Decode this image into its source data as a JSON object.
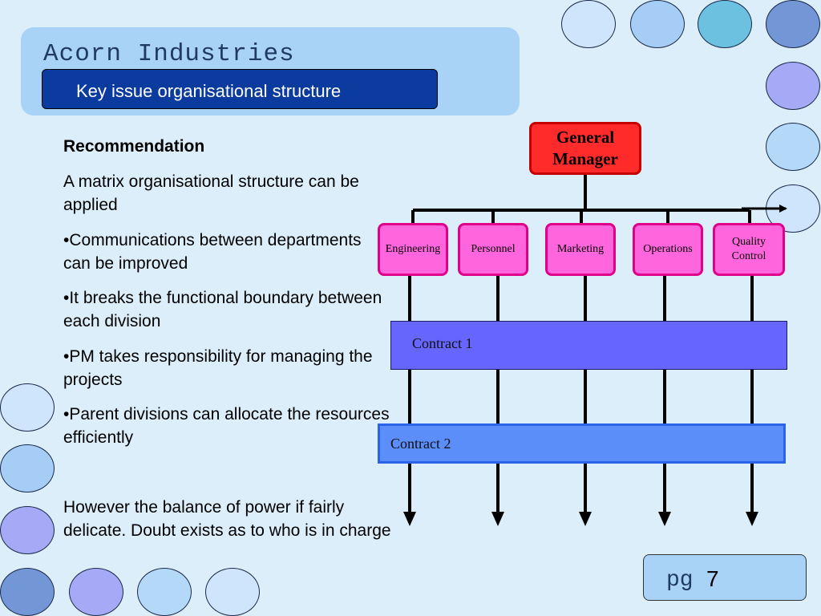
{
  "header": {
    "title": "Acorn Industries",
    "subtitle": "Key issue organisational structure"
  },
  "body": {
    "heading": "Recommendation",
    "intro": "A matrix organisational structure can be applied",
    "bullets": [
      "•Communications between departments can be improved",
      "•It breaks the functional boundary between each division",
      "•PM takes responsibility for managing the projects",
      "•Parent divisions can allocate the resources efficiently"
    ],
    "conclusion": "However the balance of power if fairly delicate. Doubt exists as to who is in charge"
  },
  "diagram": {
    "top": "General Manager",
    "departments": [
      "Engineering",
      "Personnel",
      "Marketing",
      "Operations",
      "Quality Control"
    ],
    "contracts": [
      "Contract 1",
      "Contract 2"
    ]
  },
  "footer": {
    "page_label": "pg",
    "page_number": "7"
  },
  "colors": {
    "background": "#ddeefb",
    "panel": "#a9d3f6",
    "subtitle_bar": "#0b3b9f",
    "general_manager": "#ff2a2a",
    "department": "#ff66dd",
    "contract1": "#6666ff",
    "contract2": "#5b8ef8"
  }
}
